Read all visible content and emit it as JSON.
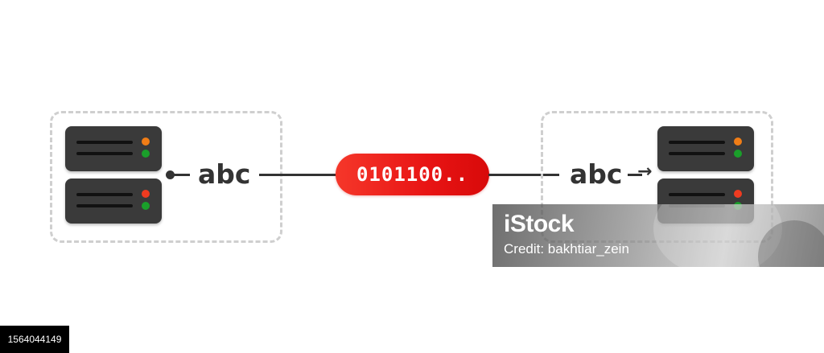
{
  "left_node": {
    "label": "abc",
    "servers": [
      {
        "leds": [
          "#f07d16",
          "#1a9f2a"
        ]
      },
      {
        "leds": [
          "#ef3b20",
          "#1a9f2a"
        ]
      }
    ]
  },
  "right_node": {
    "label": "abc",
    "servers": [
      {
        "leds": [
          "#f07d16",
          "#1a9f2a"
        ]
      },
      {
        "leds": [
          "#ef3b20",
          "#1a9f2a"
        ]
      }
    ]
  },
  "data_packet": {
    "text": "0101100..",
    "color": "#e81414"
  },
  "arrow_glyph": "→",
  "watermark": {
    "logo": "iStock",
    "credit": "Credit: bakhtiar_zein"
  },
  "stock_id": "1564044149",
  "colors": {
    "server_body": "#3a3a3a",
    "line": "#333333",
    "dashed_border": "#cfcfcf"
  }
}
